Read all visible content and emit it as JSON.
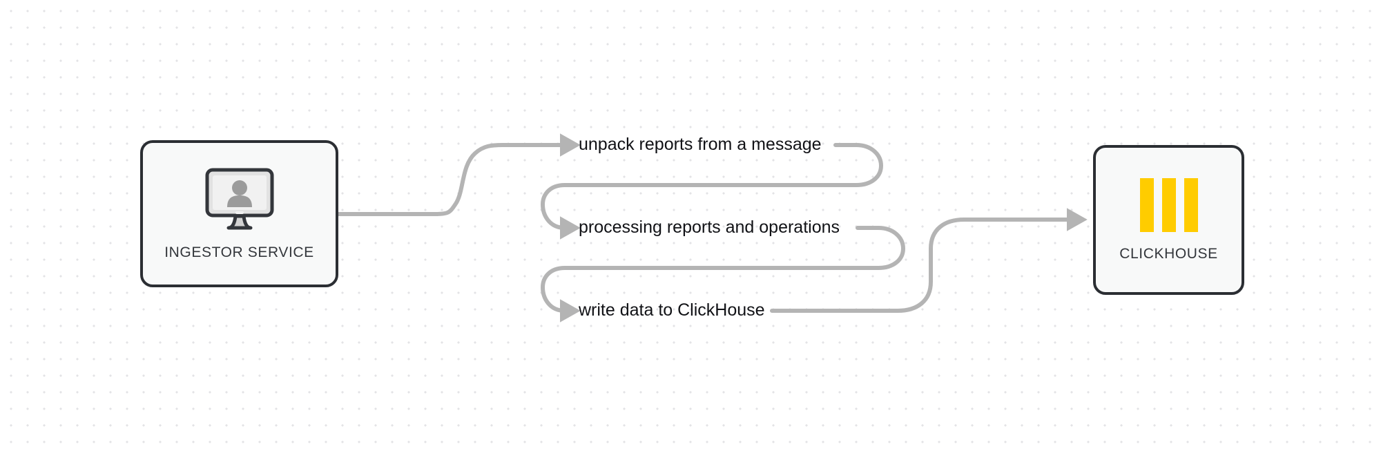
{
  "diagram": {
    "type": "flow-diagram",
    "background": "#ffffff",
    "dot_grid_color": "#e3e3e6",
    "edge_color": "#b4b4b4",
    "node_border_color": "#2b2e33",
    "node_fill_color": "#f8f9f9",
    "accent_color": "#ffcc00",
    "nodes": [
      {
        "id": "ingestor-service",
        "label": "INGESTOR SERVICE",
        "icon": "monitor-user-icon"
      },
      {
        "id": "clickhouse",
        "label": "CLICKHOUSE",
        "icon": "clickhouse-bars-icon"
      }
    ],
    "edges": [
      {
        "id": "edge-0",
        "label": "unpack reports from a message"
      },
      {
        "id": "edge-1",
        "label": "processing reports and operations"
      },
      {
        "id": "edge-2",
        "label": "write data to ClickHouse"
      }
    ]
  }
}
